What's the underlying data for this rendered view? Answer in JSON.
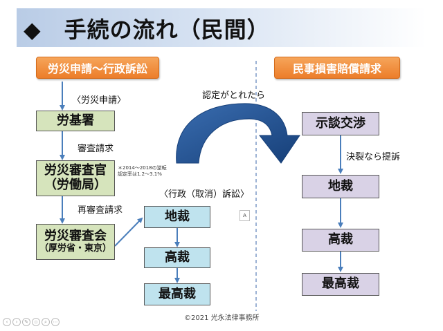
{
  "title": "◆　手続の流れ（民間）",
  "left_header": "労災申請～行政訴訟",
  "right_header": "民事損害賠償請求",
  "labels": {
    "rousai_shinsei": "〈労災申請〉",
    "shinsa_seikyu": "審査請求",
    "sai_shinsa_seikyu": "再審査請求",
    "gyosei_sosho": "〈行政（取消）訴訟〉",
    "nintei": "認定がとれたら",
    "ketsuretsu": "決裂なら提訴"
  },
  "note": {
    "line1": "＊2014～2018の逆転",
    "line2": "認定率は1.2～3.1%"
  },
  "boxes": {
    "roukisho": "労基署",
    "shinsakan_1": "労災審査官",
    "shinsakan_2": "（労働局）",
    "shinsakai_1": "労災審査会",
    "shinsakai_2": "（厚労省・東京）",
    "chisai_left": "地裁",
    "kousai_left": "高裁",
    "saikousai_left": "最高裁",
    "jidan": "示談交渉",
    "chisai_right": "地裁",
    "kousai_right": "高裁",
    "saikousai_right": "最高裁"
  },
  "small_marker": "A",
  "copyright": "©2021 光永法律事務所",
  "colors": {
    "header_orange": "#ec7d2a",
    "green_box": "#d6e4bc",
    "blue_box": "#bfe3ee",
    "purple_box": "#d9d2e6",
    "arrow_blue": "#4a7ebb",
    "curved_arrow": "#1f4e8c"
  }
}
